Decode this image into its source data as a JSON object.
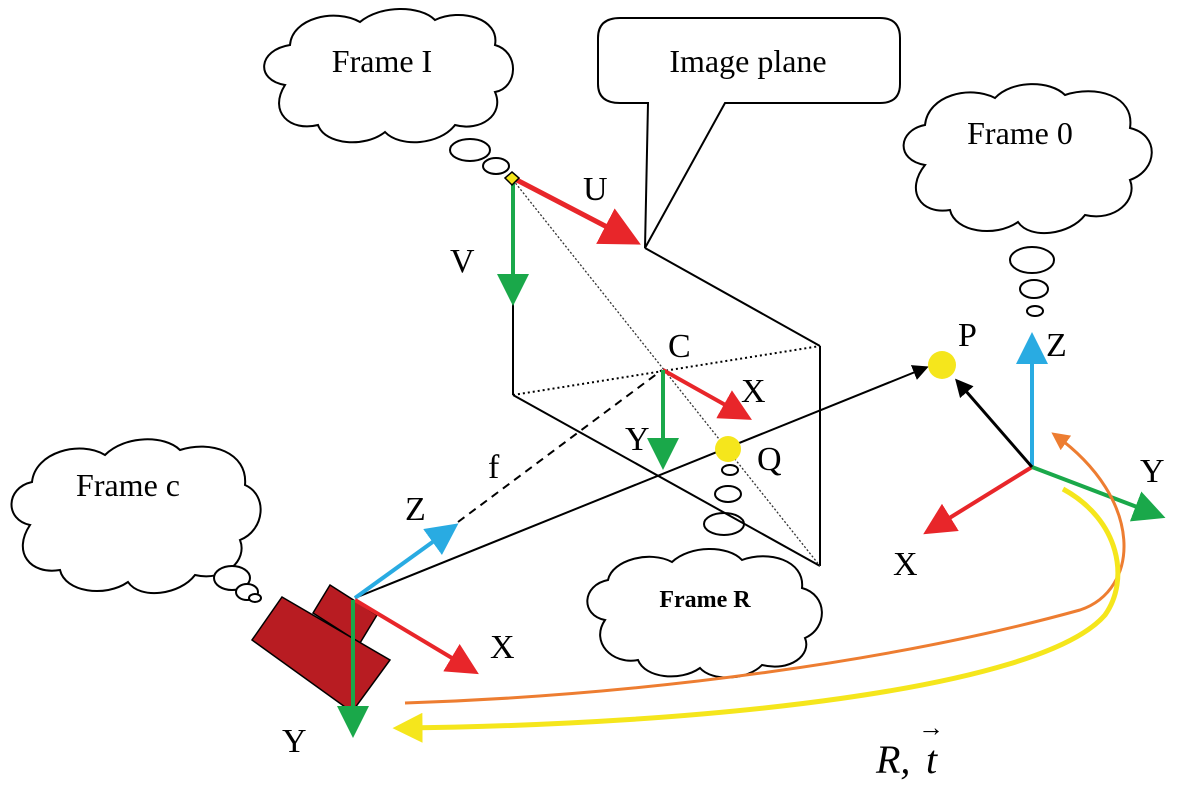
{
  "title": "Camera coordinate frames and image projection",
  "clouds": {
    "frame_i": "Frame I",
    "frame_0": "Frame 0",
    "frame_c": "Frame c",
    "frame_r": "Frame R"
  },
  "callout": {
    "image_plane": "Image plane"
  },
  "axes": {
    "image_u": "U",
    "image_v": "V",
    "center_x": "X",
    "center_y": "Y",
    "camera_x": "X",
    "camera_y": "Y",
    "camera_z": "Z",
    "world_x": "X",
    "world_y": "Y",
    "world_z": "Z"
  },
  "points": {
    "principal_point": "C",
    "projected_point": "Q",
    "world_point": "P",
    "focal_length": "f"
  },
  "transform": {
    "rotation": "R,",
    "translation": "t",
    "vector_mark": "→"
  },
  "colors": {
    "x_axis": "#e8262a",
    "y_axis": "#1aa84a",
    "z_axis": "#29abe2",
    "camera_body": "#b81c22",
    "point": "#f5e61c",
    "transform_orange": "#ed7d31",
    "transform_yellow": "#f5e61c"
  }
}
